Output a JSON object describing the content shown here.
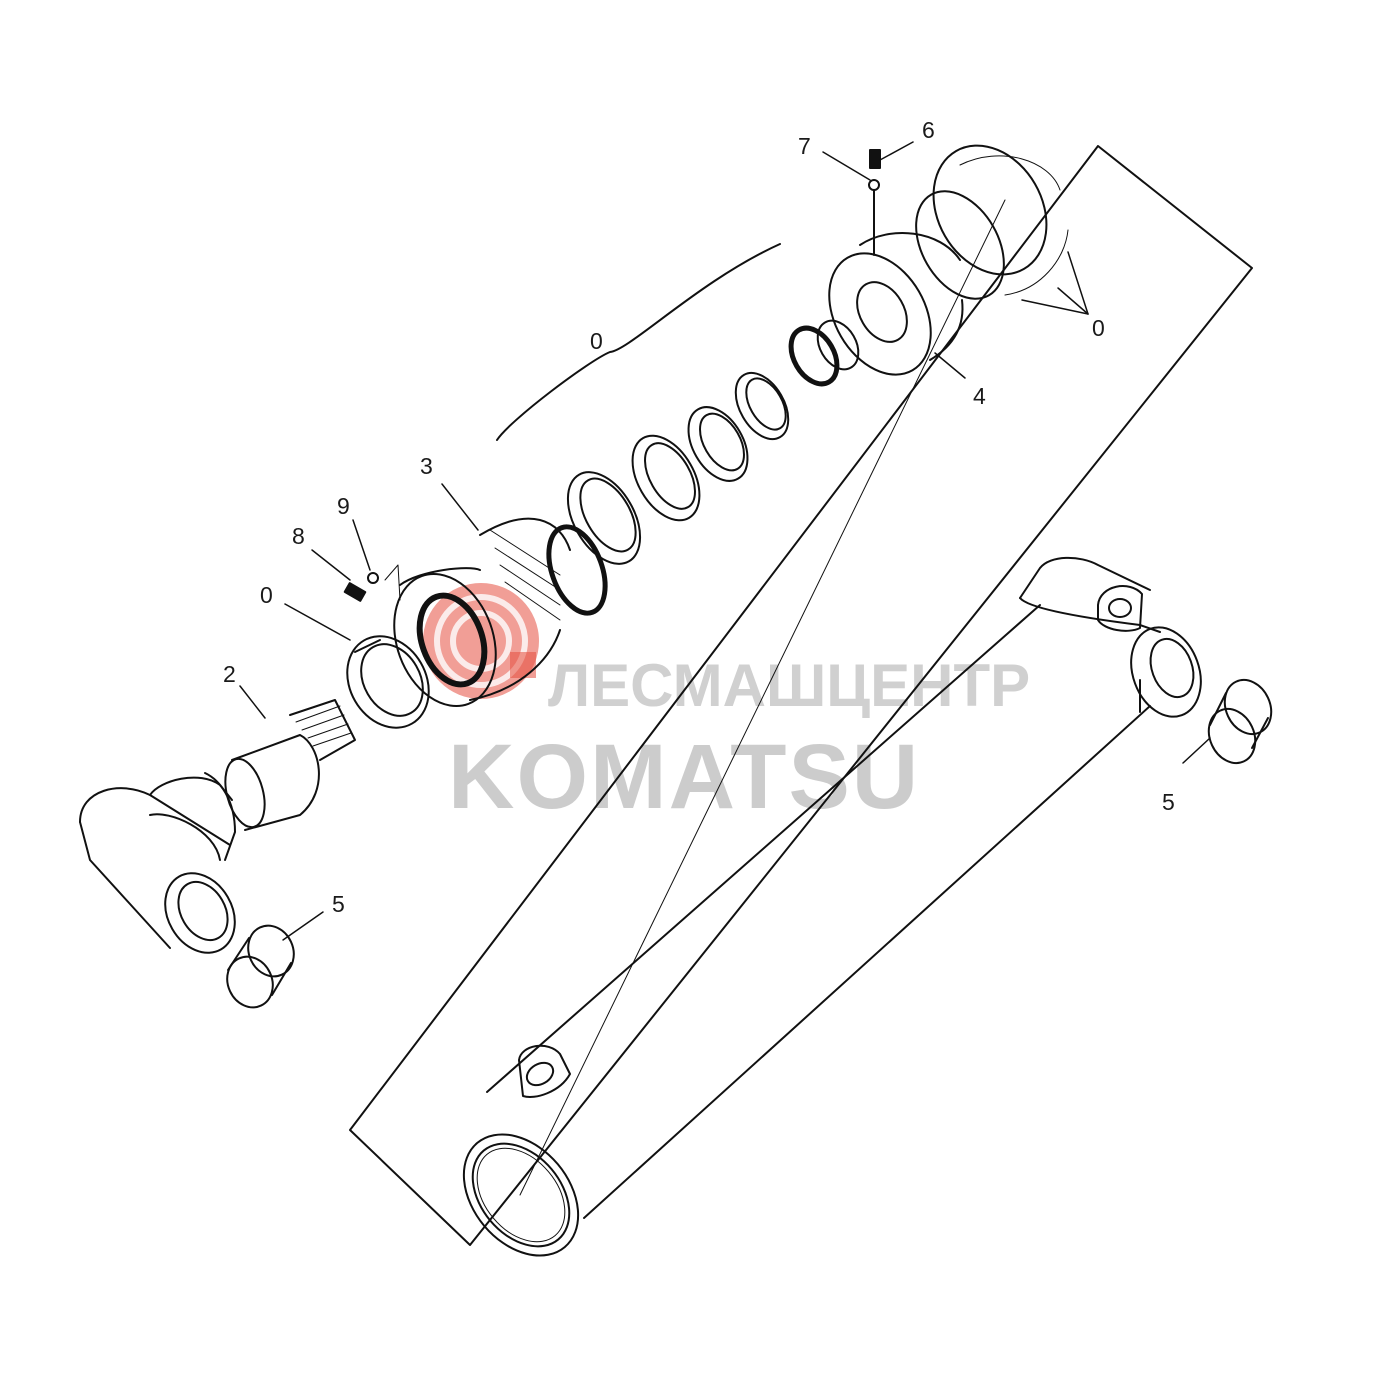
{
  "callouts": {
    "c_6": "6",
    "c_7": "7",
    "c_0_top": "0",
    "c_0_right": "0",
    "c_4": "4",
    "c_3": "3",
    "c_9": "9",
    "c_8": "8",
    "c_0_left": "0",
    "c_2": "2",
    "c_5_left": "5",
    "c_5_right": "5"
  },
  "watermark": {
    "company_ru": "ЛЕСМАШЦЕНТР",
    "brand": "KOMATSU",
    "logo_color": "#e0301e",
    "text_color": "#c4c4c4"
  },
  "line_color": "#111111"
}
